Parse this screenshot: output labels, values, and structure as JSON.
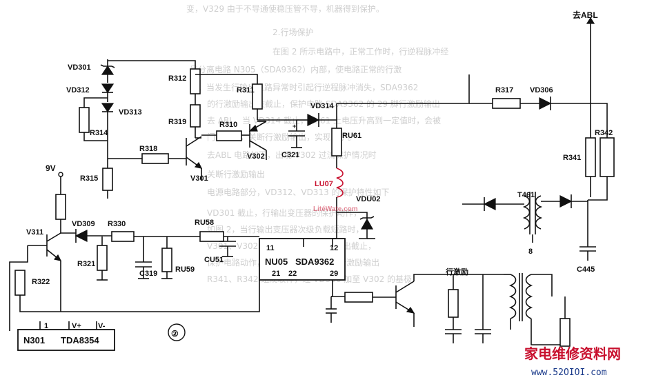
{
  "diagram": {
    "top_right_label": "去ABL",
    "voltage": "9V",
    "circle_num": "②",
    "ic1": {
      "pin11": "11",
      "pin12": "12",
      "name": "NU05",
      "part": "SDA9362",
      "pin21": "21",
      "pin22": "22",
      "pin29": "29"
    },
    "ic2": {
      "name": "N301",
      "part": "TDA8354",
      "pin1": "1",
      "pin_vplus": "V+",
      "pin_vminus": "V-"
    },
    "drive_label": "行激励",
    "t461_pin": "8",
    "labels": {
      "VD301": "VD301",
      "VD312": "VD312",
      "VD313": "VD313",
      "R312": "R312",
      "R311": "R311",
      "R319": "R319",
      "R310": "R310",
      "R314": "R314",
      "R318": "R318",
      "R315": "R315",
      "V301": "V301",
      "V302": "V302",
      "VD314": "VD314",
      "C321": "C321",
      "RU61": "RU61",
      "LU07": "LU07",
      "VDU02": "VDU02",
      "R317": "R317",
      "VD306": "VD306",
      "R341": "R341",
      "R342": "R342",
      "T461": "T461",
      "C445": "C445",
      "V311": "V311",
      "VD309": "VD309",
      "R330": "R330",
      "R58": "RU58",
      "R321": "R321",
      "C319": "C319",
      "RU59": "RU59",
      "CU51": "CU51",
      "R322": "R322"
    },
    "watermark": {
      "text": "家电维修资料网",
      "url": "www.52OIOI.com"
    },
    "faint_overlay": "LitéWate.com"
  },
  "background_text": [
    "变，V329 由于不导通使稳压管不导，机器得到保护。",
    "2.行场保护",
    "在图 2 所示电路中，正常工作时，行逆程脉冲经",
    "号分离电路 N305（SDA9362）内部，使电路正常的行激",
    "励。当发生行输出电路异常时引起行逆程脉冲消失，SDA9362",
    "的行激励输出被截止，保护电路 SDA9362 的 29 脚行激励输出",
    "去 ABL。当 VD314 截止，RU61 上电压升高到一定值时，会被",
    "门限电压，关断行激励输出，实现保护。",
    "去ABL 电路如下，出现 V302 过流保护情况时",
    "关断行激励输出",
    "电源电路部分，VD312、VD313 的保护特性如下",
    "VD301 截止，行输出变压器的保护动作，",
    "如图 2，当行输出变压器次级负载短路时，",
    "V301、V302 导通使 29 脚行激励输出截止，",
    "保护电路动作，SDA9362 的 29 脚行激励输出",
    "R341、R342 组成取样，经 VD306 加至 V302 的基极"
  ]
}
